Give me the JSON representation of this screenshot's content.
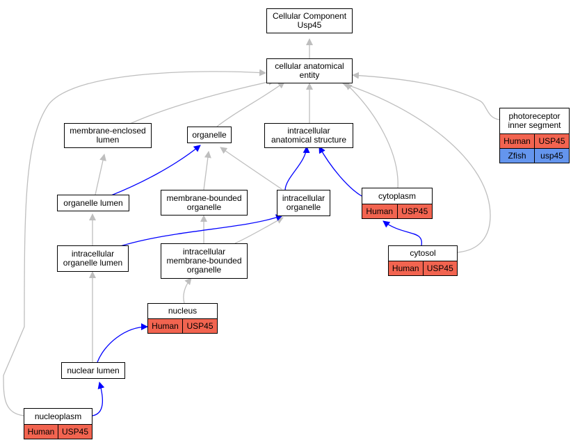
{
  "colors": {
    "gray_edge": "#bebebe",
    "blue_edge": "#0000ff",
    "human": "#f26450",
    "zfish": "#6495ed"
  },
  "nodes": {
    "root": {
      "label": "Cellular Component\nUsp45"
    },
    "cae": {
      "label": "cellular anatomical\nentity"
    },
    "mel": {
      "label": "membrane-enclosed\nlumen"
    },
    "organelle": {
      "label": "organelle"
    },
    "ias": {
      "label": "intracellular\nanatomical structure"
    },
    "pis": {
      "label": "photoreceptor\ninner segment",
      "rows": [
        {
          "species": "Human",
          "gene": "USP45"
        },
        {
          "species": "Zfish",
          "gene": "usp45"
        }
      ]
    },
    "ol": {
      "label": "organelle lumen"
    },
    "mbo": {
      "label": "membrane-bounded\norganelle"
    },
    "io": {
      "label": "intracellular\norganelle"
    },
    "cytoplasm": {
      "label": "cytoplasm",
      "rows": [
        {
          "species": "Human",
          "gene": "USP45"
        }
      ]
    },
    "iol": {
      "label": "intracellular\norganelle lumen"
    },
    "imbo": {
      "label": "intracellular\nmembrane-bounded\norganelle"
    },
    "cytosol": {
      "label": "cytosol",
      "rows": [
        {
          "species": "Human",
          "gene": "USP45"
        }
      ]
    },
    "nucleus": {
      "label": "nucleus",
      "rows": [
        {
          "species": "Human",
          "gene": "USP45"
        }
      ]
    },
    "nl": {
      "label": "nuclear lumen"
    },
    "nucleoplasm": {
      "label": "nucleoplasm",
      "rows": [
        {
          "species": "Human",
          "gene": "USP45"
        }
      ]
    }
  }
}
